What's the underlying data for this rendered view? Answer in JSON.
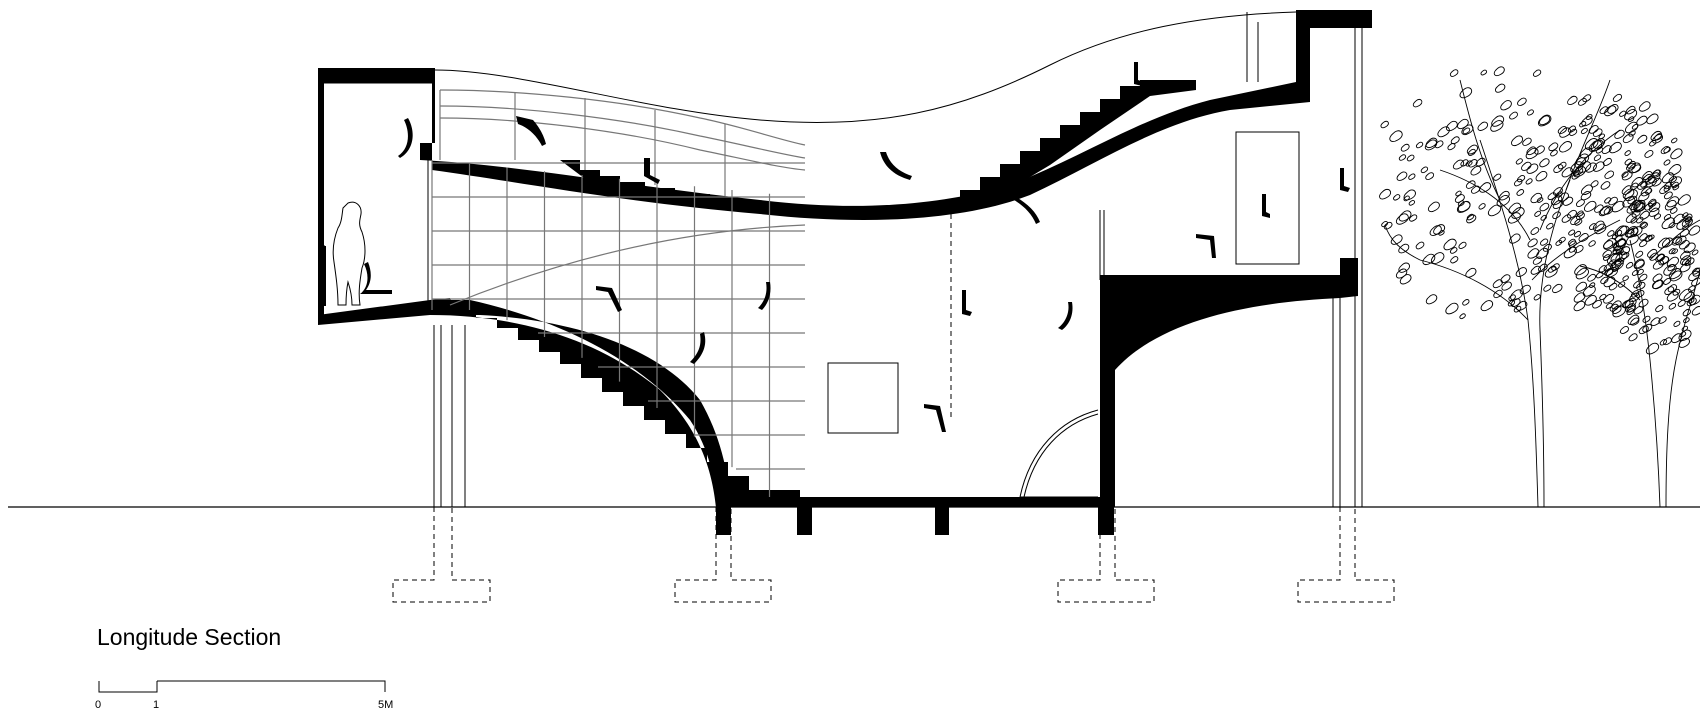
{
  "title": "Longitude Section",
  "scale_bar": {
    "labels": [
      "0",
      "1",
      "5M"
    ]
  },
  "icons": {
    "human_figure": "person-silhouette",
    "trees": "tree-elevation",
    "foundations": "dashed-footing"
  },
  "colors": {
    "ink": "#000000",
    "paper": "#ffffff",
    "grid": "#777777"
  }
}
